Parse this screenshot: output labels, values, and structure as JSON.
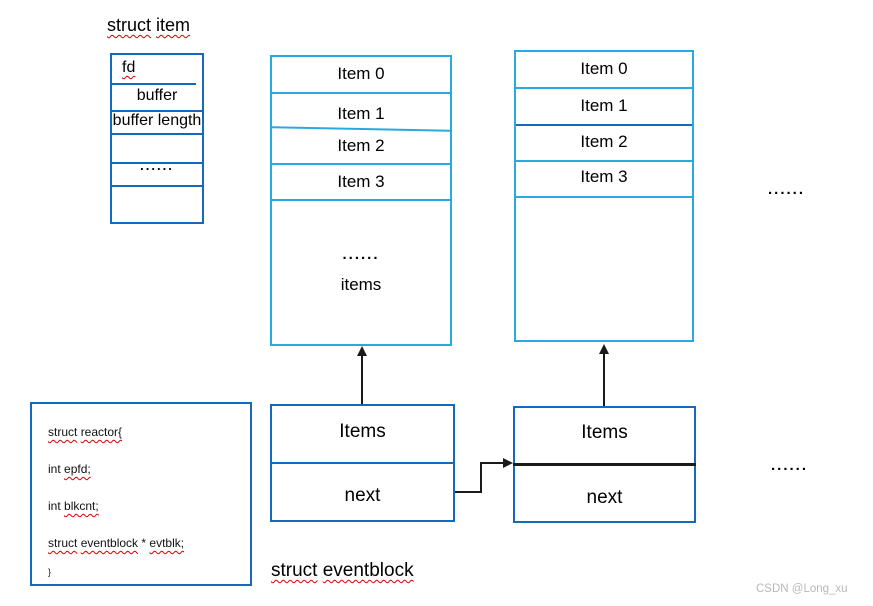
{
  "colors": {
    "dark_blue_border": "#1269bd",
    "cyan_border": "#29a9e1",
    "arrow_black": "#1a1a1a",
    "squiggle_red": "#d40000",
    "watermark_gray": "#b8b8b8"
  },
  "struct_item": {
    "title": {
      "w1": "struct",
      "w2": "item"
    },
    "rows": [
      "fd",
      "buffer",
      "buffer length",
      "",
      "......",
      ""
    ]
  },
  "array1": {
    "rows": [
      "Item 0",
      "Item 1",
      "Item 2",
      "Item 3"
    ],
    "dots": "......",
    "label": "items"
  },
  "array2": {
    "rows": [
      "Item 0",
      "Item 1",
      "Item 2",
      "Item 3"
    ]
  },
  "dots_right_top": "......",
  "dots_right_bottom": "......",
  "node1": {
    "items": "Items",
    "next": "next"
  },
  "node2": {
    "items": "Items",
    "next": "next"
  },
  "reactor": {
    "line1": {
      "w1": "struct",
      "w2": "reactor{"
    },
    "line2": {
      "w1": "int",
      "w2": "epfd;"
    },
    "line3": {
      "w1": "int",
      "w2": "blkcnt;"
    },
    "line4": {
      "w1": "struct",
      "w2": "eventblock",
      "w3": "*",
      "w4": "evtblk;"
    },
    "line5": "}"
  },
  "eventblock_label": {
    "w1": "struct",
    "w2": "eventblock"
  },
  "watermark": "CSDN @Long_xu"
}
